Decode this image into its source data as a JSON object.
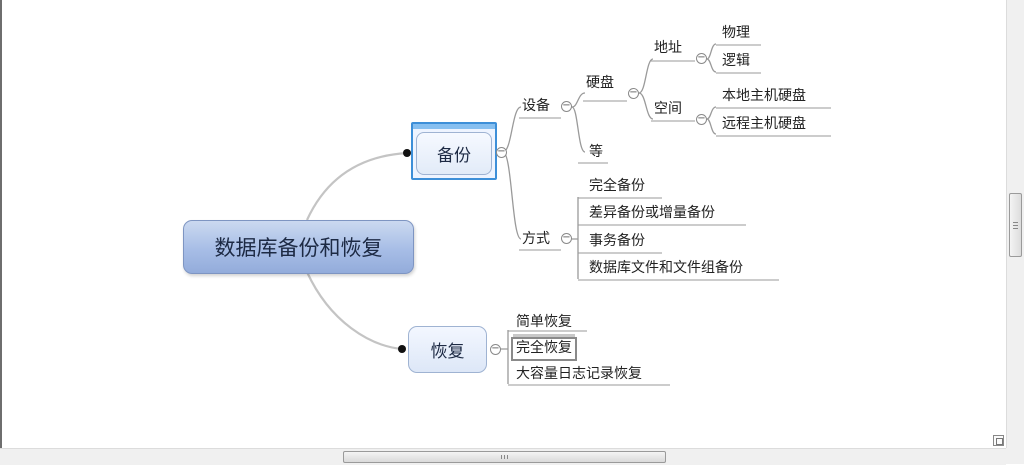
{
  "mindmap": {
    "root": "数据库备份和恢复",
    "backup": {
      "label": "备份",
      "device": {
        "label": "设备",
        "disk": {
          "label": "硬盘",
          "address": {
            "label": "地址",
            "items": [
              "物理",
              "逻辑"
            ]
          },
          "space": {
            "label": "空间",
            "items": [
              "本地主机硬盘",
              "远程主机硬盘"
            ]
          }
        },
        "etc": "等"
      },
      "method": {
        "label": "方式",
        "items": [
          "完全备份",
          "差异备份或增量备份",
          "事务备份",
          "数据库文件和文件组备份"
        ]
      }
    },
    "restore": {
      "label": "恢复",
      "items": [
        "简单恢复",
        "完全恢复",
        "大容量日志记录恢复"
      ]
    },
    "collapse_symbol": "−"
  }
}
